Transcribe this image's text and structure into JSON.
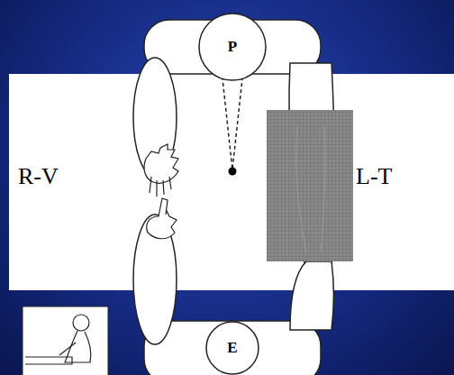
{
  "diagram": {
    "nodes": [
      {
        "text": [
          "P"
        ]
      },
      {
        "text": [
          "E"
        ]
      }
    ],
    "labels": [
      "R-V",
      "L-T"
    ]
  }
}
